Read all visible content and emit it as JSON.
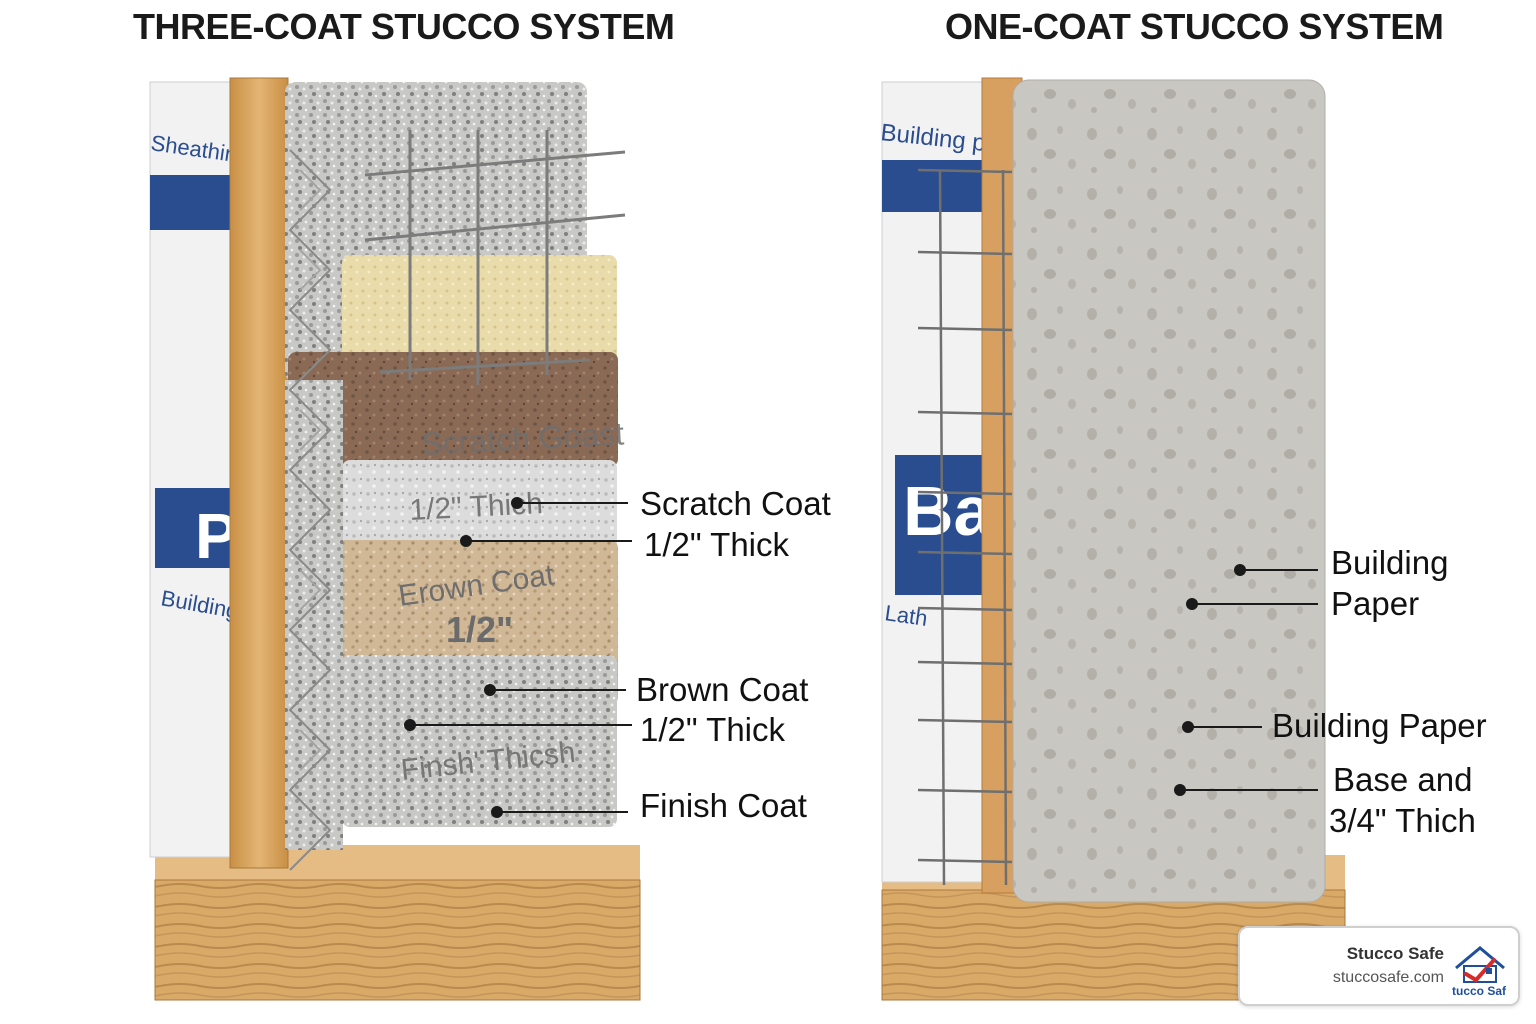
{
  "titles": {
    "left": "THREE-COAT STUCCO SYSTEM",
    "right": "ONE-COAT STUCCO SYSTEM"
  },
  "left_panel": {
    "printed_labels": {
      "sheathing": "Sheathing p",
      "building": "Building",
      "big_letter": "P",
      "scratch": "Scratch Goast",
      "half_thick": "1/2\" Thich",
      "brown": "Erown Coat",
      "brown_half": "1/2\"",
      "finish": "Finsh' Thicsh"
    },
    "callouts": [
      "Scratch Coat",
      "1/2\" Thick",
      "Brown Coat",
      "1/2\" Thick",
      "Finish Coat"
    ]
  },
  "right_panel": {
    "printed_labels": {
      "building_paper": "Building pap",
      "big_word": "Ba",
      "lath": "Lath"
    },
    "callouts": [
      "Building",
      "Paper",
      "Building Paper",
      "Base and",
      "3/4\" Thich"
    ]
  },
  "badge": {
    "name": "Stucco Safe",
    "url": "stuccosafe.com",
    "logo_text": "tucco Saf"
  },
  "colors": {
    "paper_blue": "#2a4d8f",
    "wood": "#d7a560",
    "scratch_coat": "#8a6a55",
    "brown_coat": "#c9b08e",
    "finish_coat": "#d6d6d4",
    "yellow_block": "#e8dca8",
    "one_coat": "#c9c7c2",
    "logo_red": "#d62b2b",
    "logo_blue": "#1f4f9a"
  }
}
